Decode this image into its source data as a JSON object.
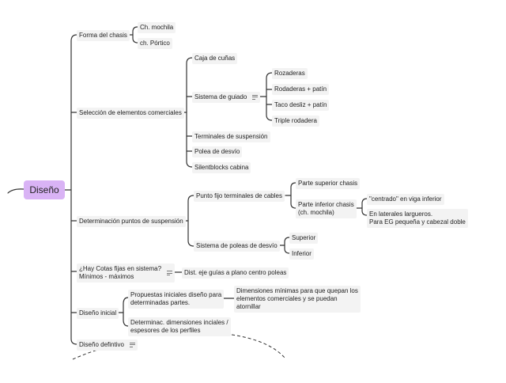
{
  "root": {
    "label": "Diseño"
  },
  "branches": {
    "forma": {
      "label": "Forma del chasis",
      "children": [
        "Ch. mochila",
        "ch. Pórtico"
      ]
    },
    "seleccion": {
      "label": "Selección de elementos comerciales",
      "caja": "Caja de cuñas",
      "guiado": {
        "label": "Sistema de guiado",
        "children": [
          "Rozaderas",
          "Rodaderas + patín",
          "Taco desliz + patín",
          "Triple rodadera"
        ]
      },
      "terminales": "Terminales de suspensión",
      "polea": "Polea de desvío",
      "silentblocks": "Silentblocks cabina"
    },
    "determinacion": {
      "label": "Determinación puntos de suspensión",
      "punto_fijo": {
        "label": "Punto fijo terminales de cables",
        "superior": "Parte superior chasis",
        "inferior": {
          "line1": "Parte inferior chasis",
          "line2": "(ch. mochila)",
          "centrado": "\"centrado\" en viga inferior",
          "laterales_line1": "En laterales largueros.",
          "laterales_line2": "Para EG pequeña y cabezal doble"
        }
      },
      "poleas": {
        "label": "Sistema de poleas de desvío",
        "children": [
          "Superior",
          "Inferior"
        ]
      }
    },
    "cotas": {
      "line1": "¿Hay Cotas fijas en sistema?",
      "line2": "Mínimos - máximos",
      "child": "Dist. eje guías a plano centro poleas"
    },
    "diseno_inicial": {
      "label": "Diseño inicial",
      "propuestas_line1": "Propuestas iniciales diseño para",
      "propuestas_line2": "determinadas partes.",
      "dimensiones_line1": "Dimensiones mínimas para que quepan los",
      "dimensiones_line2": "elementos comerciales y se puedan",
      "dimensiones_line3": "atornillar",
      "determinac_line1": "Determinac. dimensiones inciales /",
      "determinac_line2": "espesores de los perfiles"
    },
    "diseno_definitivo": {
      "label": "Diseño defintivo"
    }
  },
  "colors": {
    "root_bg": "#d9b3f5",
    "node_bg": "#f3f3f3",
    "line": "#333333"
  }
}
